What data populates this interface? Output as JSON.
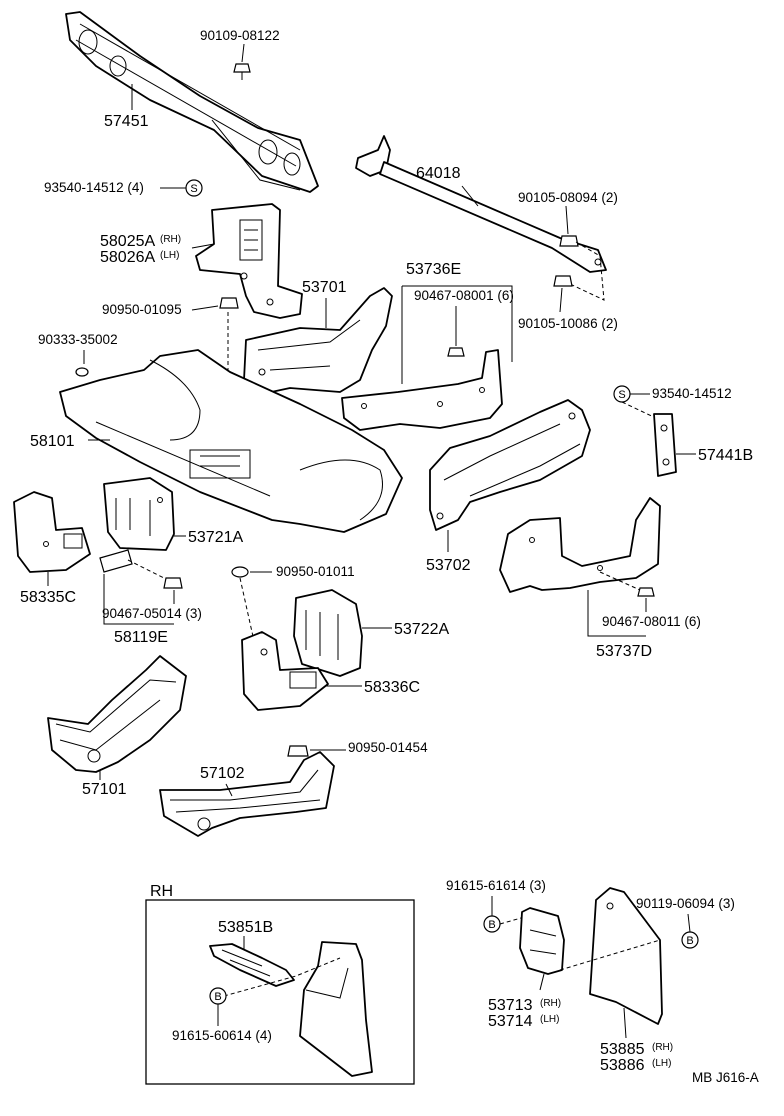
{
  "labels": {
    "p57451": "57451",
    "p90109_08122": "90109-08122",
    "p64018": "64018",
    "p93540_14512_4": "93540-14512 (4)",
    "p90105_08094": "90105-08094 (2)",
    "p58025a": "58025A",
    "p58025a_sub": "(RH)",
    "p58026a": "58026A",
    "p58026a_sub": "(LH)",
    "p53736e": "53736E",
    "p53701": "53701",
    "p90467_08001": "90467-08001 (6)",
    "p90950_01095": "90950-01095",
    "p90105_10086": "90105-10086 (2)",
    "p90333_35002": "90333-35002",
    "p93540_14512": "93540-14512",
    "p58101": "58101",
    "p57441b": "57441B",
    "p53721a": "53721A",
    "p53702": "53702",
    "p58335c": "58335C",
    "p90950_01011": "90950-01011",
    "p90467_05014": "90467-05014 (3)",
    "p58119e": "58119E",
    "p90467_08011": "90467-08011 (6)",
    "p53722a": "53722A",
    "p53737d": "53737D",
    "p58336c": "58336C",
    "p90950_01454": "90950-01454",
    "p57101": "57101",
    "p57102": "57102",
    "rh": "RH",
    "p53851b": "53851B",
    "p91615_61614": "91615-61614 (3)",
    "p90119_06094": "90119-06094 (3)",
    "p91615_60614": "91615-60614 (4)",
    "p53713": "53713",
    "p53713_sub": "(RH)",
    "p53714": "53714",
    "p53714_sub": "(LH)",
    "p53885": "53885",
    "p53885_sub": "(RH)",
    "p53886": "53886",
    "p53886_sub": "(LH)",
    "footer": "MB  J616-A"
  },
  "badges": {
    "s": "S",
    "b": "B"
  }
}
